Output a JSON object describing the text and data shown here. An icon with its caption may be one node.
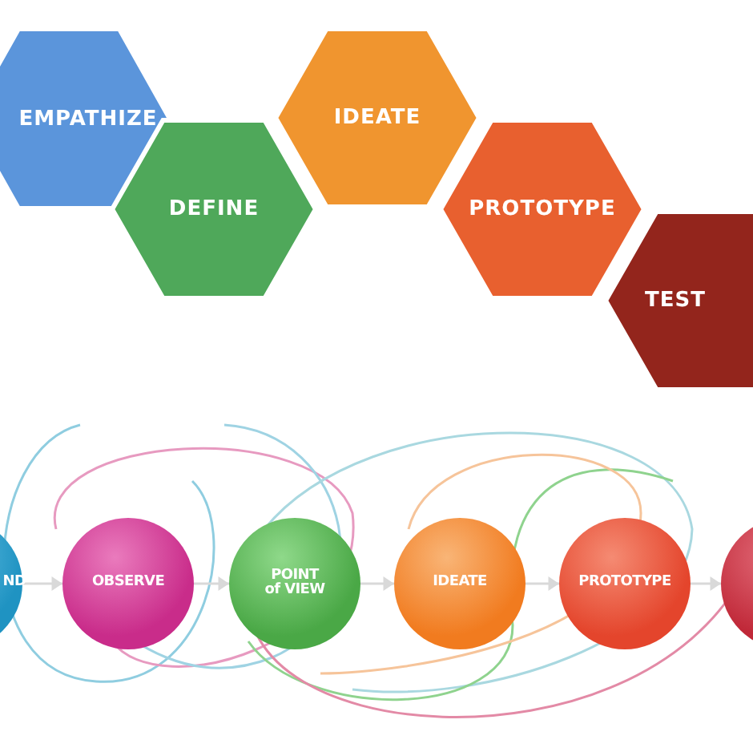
{
  "diagram": {
    "nodes": [
      {
        "text": [
          "EMPATHIZE"
        ]
      },
      {
        "text": [
          "DEFINE"
        ]
      },
      {
        "text": [
          "IDEATE"
        ]
      },
      {
        "text": [
          "PROTOTYPE"
        ]
      },
      {
        "text": [
          "TEST"
        ]
      },
      {
        "text": [
          "ND"
        ]
      },
      {
        "text": [
          "OBSERVE"
        ]
      },
      {
        "text": [
          "POINT of VIEW"
        ]
      },
      {
        "text": [
          "IDEATE"
        ]
      },
      {
        "text": [
          "PROTOTYPE"
        ]
      },
      {
        "text": [],
        "shape": "circle"
      }
    ],
    "edges": [
      {
        "from": 5,
        "to": 6,
        "arrow": "to"
      },
      {
        "from": 6,
        "to": 7,
        "arrow": "to"
      },
      {
        "from": 7,
        "to": 8,
        "arrow": "to"
      },
      {
        "from": 8,
        "to": 9,
        "arrow": "to"
      },
      {
        "from": 9,
        "to": 10,
        "arrow": "to"
      }
    ]
  }
}
